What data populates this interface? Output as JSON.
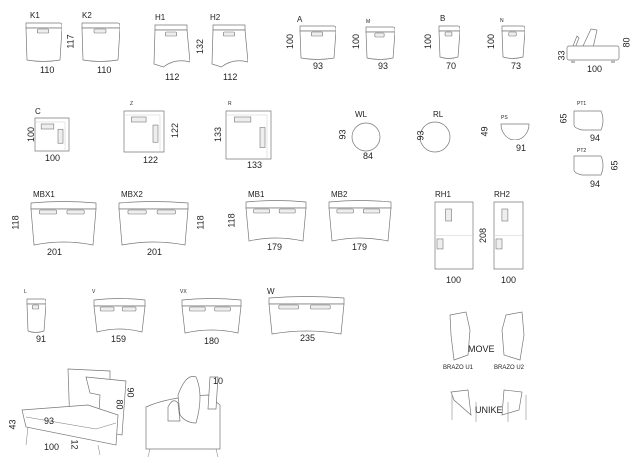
{
  "modules": [
    {
      "id": "K1",
      "width": "110",
      "depth": "117"
    },
    {
      "id": "K2",
      "width": "110",
      "depth": ""
    },
    {
      "id": "H1",
      "width": "112",
      "depth": "132"
    },
    {
      "id": "H2",
      "width": "112",
      "depth": ""
    },
    {
      "id": "A",
      "width": "93",
      "depth": "100"
    },
    {
      "id": "M",
      "width": "93",
      "depth": "100"
    },
    {
      "id": "B",
      "width": "70",
      "depth": "100"
    },
    {
      "id": "N",
      "width": "73",
      "depth": "100"
    },
    {
      "id": "C",
      "width": "100",
      "depth": "100"
    },
    {
      "id": "Z",
      "width": "122",
      "depth": "122"
    },
    {
      "id": "R",
      "width": "133",
      "depth": "133"
    },
    {
      "id": "WL",
      "width": "84",
      "depth": "93"
    },
    {
      "id": "RL",
      "width": "",
      "depth": "93"
    },
    {
      "id": "PS",
      "width": "91",
      "depth": "49"
    },
    {
      "id": "PT1",
      "width": "94",
      "depth": "65"
    },
    {
      "id": "PT2",
      "width": "94",
      "depth": "65"
    },
    {
      "id": "MBX1",
      "width": "201",
      "depth": "118"
    },
    {
      "id": "MBX2",
      "width": "201",
      "depth": "118"
    },
    {
      "id": "MB1",
      "width": "179",
      "depth": "118"
    },
    {
      "id": "MB2",
      "width": "179",
      "depth": ""
    },
    {
      "id": "RH1",
      "width": "100",
      "depth": ""
    },
    {
      "id": "RH2",
      "width": "100",
      "depth": "208"
    },
    {
      "id": "L",
      "width": "91",
      "depth": ""
    },
    {
      "id": "V",
      "width": "159",
      "depth": ""
    },
    {
      "id": "VX",
      "width": "180",
      "depth": ""
    },
    {
      "id": "W",
      "width": "235",
      "depth": ""
    }
  ],
  "side_view": {
    "width": "100",
    "seat_height": "33",
    "height": "80"
  },
  "armrests": {
    "move": "MOVE",
    "brazo_u1": "BRAZO U1",
    "brazo_u2": "BRAZO U2",
    "unike": "UNIKE"
  },
  "perspective": {
    "seat_depth": "93",
    "seat_height": "43",
    "width": "100",
    "leg": "12",
    "back_low": "80",
    "back_high": "90",
    "arm_thickness": "10"
  }
}
